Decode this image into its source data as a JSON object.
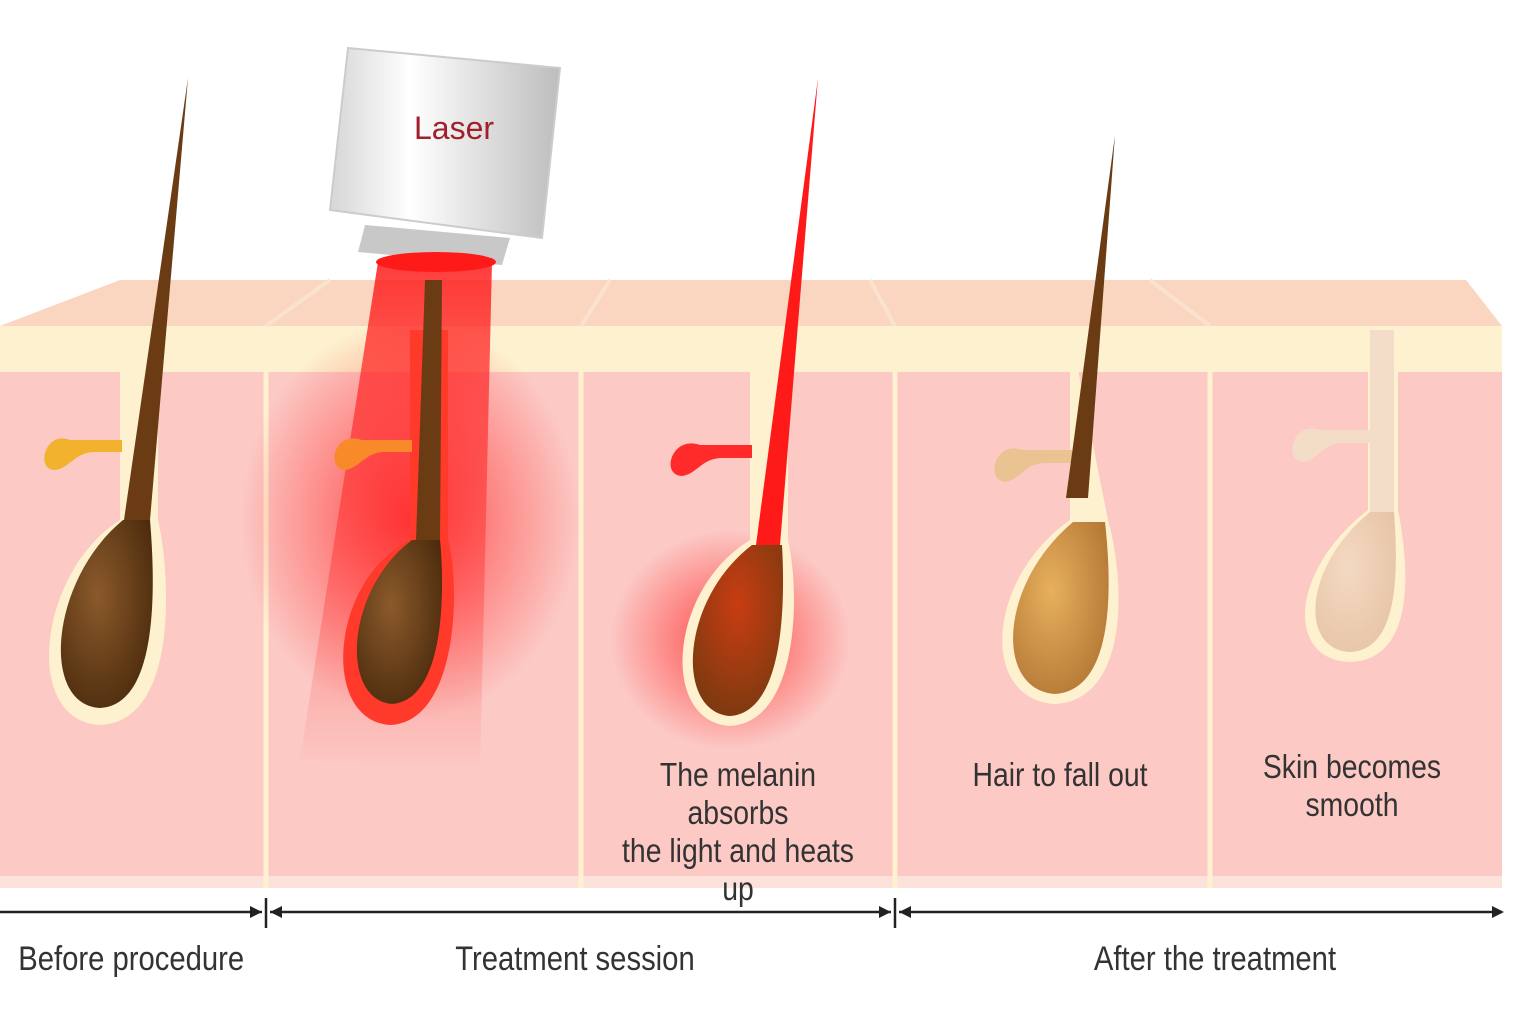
{
  "device": {
    "label": "Laser"
  },
  "panels": [
    {
      "id": "before",
      "caption": ""
    },
    {
      "id": "laser-on",
      "caption": ""
    },
    {
      "id": "melanin",
      "caption": "The melanin absorbs\nthe light and heats up"
    },
    {
      "id": "fall-out",
      "caption": "Hair to fall out"
    },
    {
      "id": "smooth",
      "caption": "Skin becomes\nsmooth"
    }
  ],
  "phases": [
    {
      "label": "Before procedure"
    },
    {
      "label": "Treatment session"
    },
    {
      "label": "After the treatment"
    }
  ],
  "colors": {
    "skin": "#fcc9c5",
    "skin_top": "#fad6c0",
    "epidermis": "#fdf1cf",
    "laser": "#ff1a1a",
    "hair_dark": "#5c3410",
    "hair_brown": "#7a4a1e",
    "text": "#333333",
    "laser_label": "#a11f2b"
  }
}
